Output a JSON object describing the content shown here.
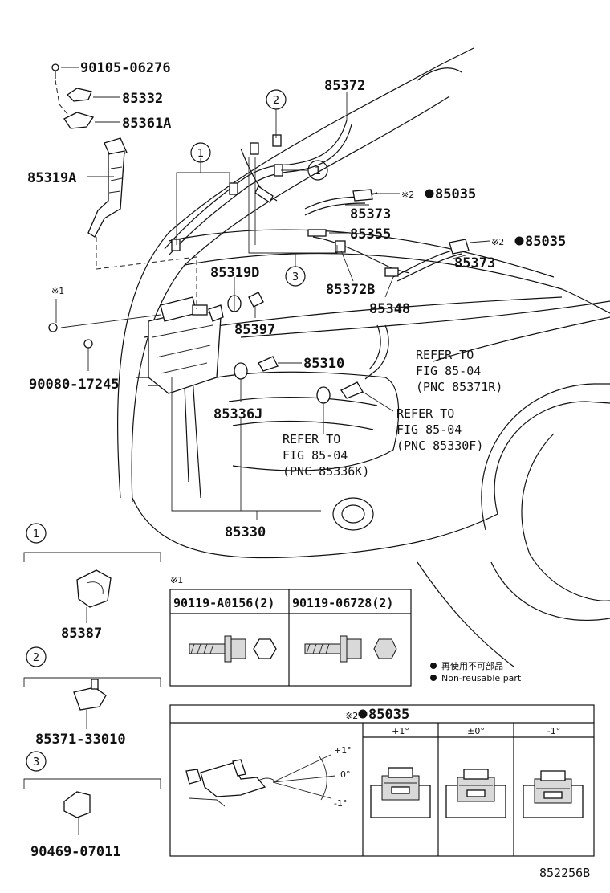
{
  "labels": {
    "p90105_06276": "90105-06276",
    "p85332": "85332",
    "p85361A": "85361A",
    "p85319A": "85319A",
    "p85372": "85372",
    "p85035_a": "85035",
    "p85373_a": "85373",
    "p85355": "85355",
    "p85035_b": "85035",
    "p85373_b": "85373",
    "p85319D": "85319D",
    "p85372B": "85372B",
    "p85348": "85348",
    "p85397": "85397",
    "p90080_17245": "90080-17245",
    "p85310": "85310",
    "p85336J": "85336J",
    "p85330": "85330",
    "ref1_line1": "REFER TO",
    "ref1_line2": "FIG 85-04",
    "ref1_line3": "(PNC 85371R)",
    "ref2_line1": "REFER TO",
    "ref2_line2": "FIG 85-04",
    "ref2_line3": "(PNC 85330F)",
    "ref3_line1": "REFER TO",
    "ref3_line2": "FIG 85-04",
    "ref3_line3": "(PNC 85336K)",
    "note_x1": "※1",
    "note_x2a": "※2",
    "note_x2b": "※2",
    "callout_1": "1",
    "callout_2": "2",
    "callout_3": "3"
  },
  "legend_parts": [
    {
      "callout": "1",
      "part": "85387"
    },
    {
      "callout": "2",
      "part": "85371-33010"
    },
    {
      "callout": "3",
      "part": "90469-07011"
    }
  ],
  "bolt_table": {
    "title": "※1",
    "headers": [
      "90119-A0156(2)",
      "90119-06728(2)"
    ]
  },
  "non_reusable": {
    "jp": "再使用不可部品",
    "en": "Non-reusable part"
  },
  "nozzle_table": {
    "title_prefix": "※2",
    "title_part": "85035",
    "columns": [
      "+1°",
      "±0°",
      "-1°"
    ],
    "angle_labels": [
      "+1°",
      "0°",
      "-1°"
    ]
  },
  "figure_id": "852256B"
}
